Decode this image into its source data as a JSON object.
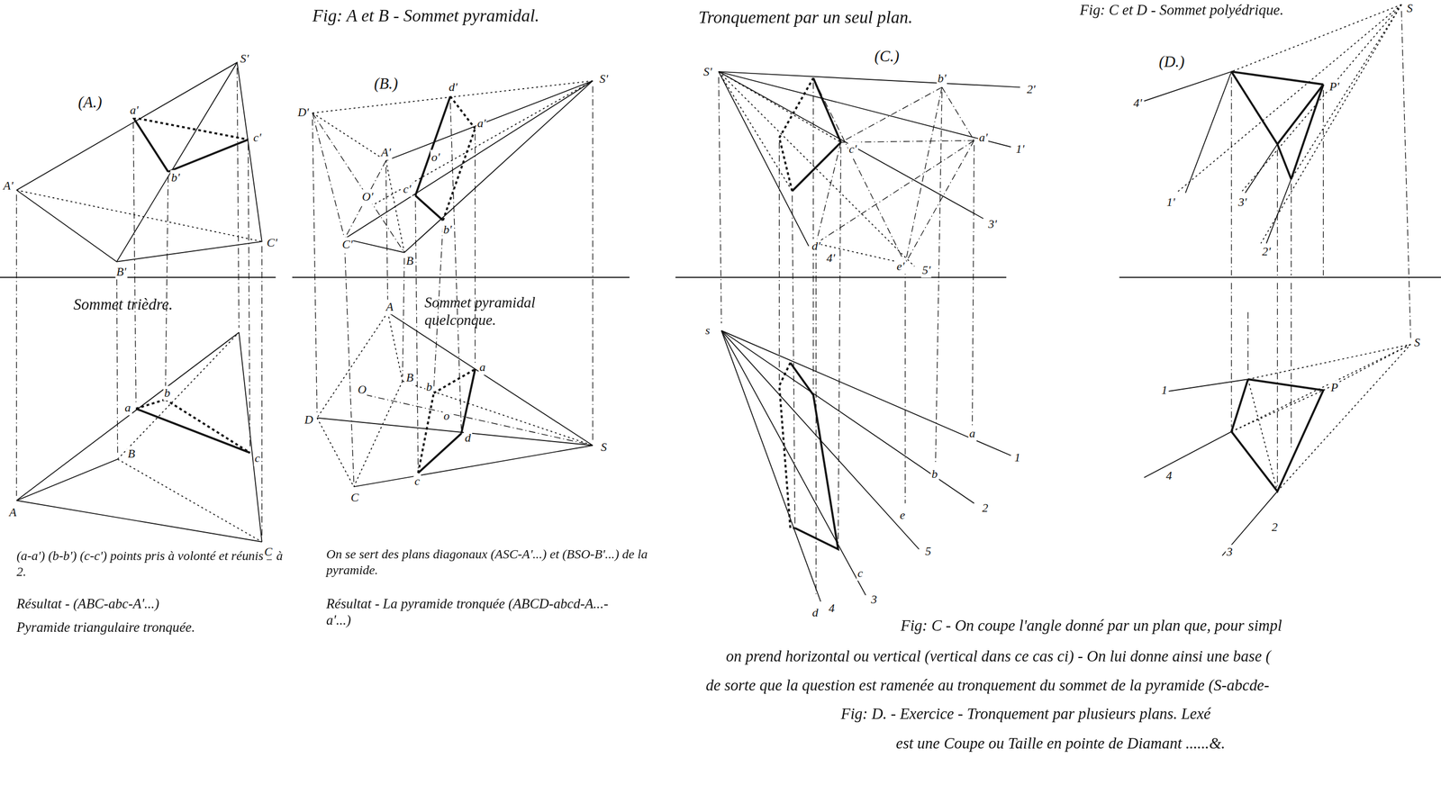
{
  "diagram": {
    "labels": [
      "Fig: A et B - Sommet pyramidal.",
      "Tronquement par un seul plan.",
      "Fig: C et D - Sommet polyédrique.",
      "(A.)",
      "(B.)",
      "(C.)",
      "(D.)",
      "Sommet trièdre.",
      "Sommet pyramidal quelconque.",
      "(a-a') (b-b') (c-c') points pris à volonté et réunis 2 à 2.",
      "Résultat - (ABC-abc-A'...)",
      "Pyramide triangulaire tronquée.",
      "On se sert des plans diagonaux (ASC-A'...) et (BSO-B'...) de la pyramide.",
      "Résultat - La pyramide tronquée (ABCD-abcd-A...-a'...)",
      "Fig: C - On coupe l'angle donné par un plan que, pour simpl",
      "on prend horizontal ou vertical (vertical dans ce cas ci) - On lui donne ainsi une base (",
      "de sorte que la question est ramenée au tronquement du sommet de la pyramide (S-abcde-",
      "Fig: D. - Exercice - Tronquement par plusieurs plans. Lexé",
      "est une Coupe ou Taille en pointe de Diamant ......&.",
      "S'",
      "a'",
      "c'",
      "b'",
      "A'",
      "C'",
      "B'",
      "a",
      "b",
      "c",
      "B",
      "A",
      "C",
      "d'",
      "S'",
      "D'",
      "A'",
      "a'",
      "o'",
      "O'",
      "c'",
      "C'",
      "b'",
      "B",
      "A",
      "B",
      "b",
      "a",
      "O",
      "o",
      "D",
      "d",
      "S",
      "c",
      "C",
      "S'",
      "b'",
      "2'",
      "a'",
      "1'",
      "c'",
      "3'",
      "d'",
      "4'",
      "e'",
      "5'",
      "s",
      "a",
      "1",
      "b",
      "2",
      "e",
      "5",
      "c",
      "3",
      "d",
      "4",
      "S",
      "4'",
      "P'",
      "1'",
      "3'",
      "2'",
      "S",
      "1",
      "P",
      "4",
      "2",
      "3"
    ]
  }
}
